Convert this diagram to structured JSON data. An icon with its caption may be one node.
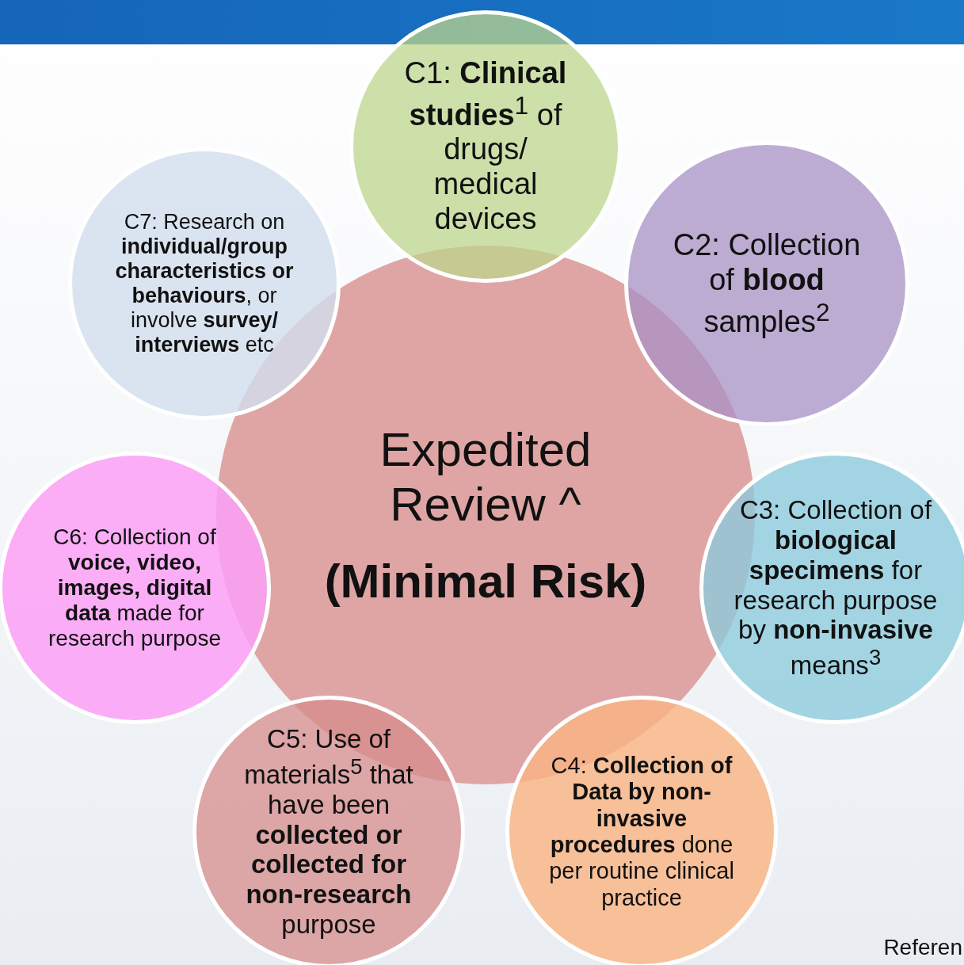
{
  "diagram": {
    "nodes": [
      {
        "text": [
          "Expedited Review ^",
          "(Minimal Risk)"
        ]
      },
      {
        "text": [
          "C1: **Clinical studies**$^{1}$ of drugs/ medical devices"
        ]
      },
      {
        "text": [
          "C2: Collection of **blood** samples$^{2}$"
        ]
      },
      {
        "text": [
          "C3: Collection of **biological specimens** for research purpose by **non-invasive** means$^{3}$"
        ]
      },
      {
        "text": [
          "C4: **Collection of Data by non-invasive procedures** done per routine clinical practice"
        ]
      },
      {
        "text": [
          "C5: Use of materials$^{5}$ that have been **collected or collected for non-research** purpose"
        ]
      },
      {
        "text": [
          "C6: Collection of **voice, video, images, digital data** made for research purpose"
        ]
      },
      {
        "text": [
          "C7: Research on **individual/group characteristics or behaviours**, or involve **survey/ interviews** etc"
        ]
      }
    ],
    "edges": [],
    "labels": [
      "Referen"
    ]
  }
}
